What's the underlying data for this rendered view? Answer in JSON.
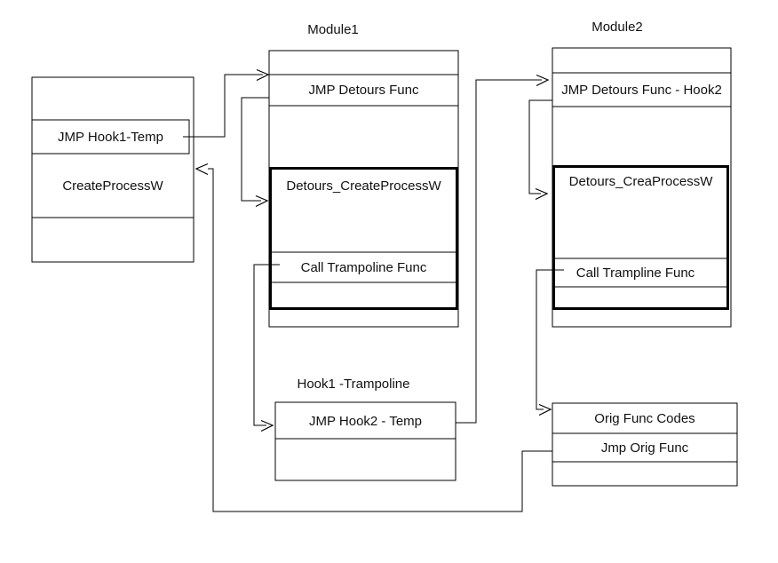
{
  "colors": {
    "stroke": "#000000",
    "text": "#111111",
    "background": "#ffffff"
  },
  "process_box": {
    "jmp": "JMP Hook1-Temp",
    "func": "CreateProcessW"
  },
  "module1": {
    "title": "Module1",
    "jmp": "JMP Detours Func",
    "detour": "Detours_CreateProcessW",
    "call": "Call Trampoline Func"
  },
  "module2": {
    "title": "Module2",
    "jmp": "JMP Detours Func - Hook2",
    "detour": "Detours_CreaProcessW",
    "call": "Call Trampline Func"
  },
  "trampoline": {
    "title": "Hook1 -Trampoline",
    "jmp": "JMP Hook2 - Temp"
  },
  "orig_box": {
    "codes": "Orig Func Codes",
    "jmp": "Jmp Orig Func"
  }
}
